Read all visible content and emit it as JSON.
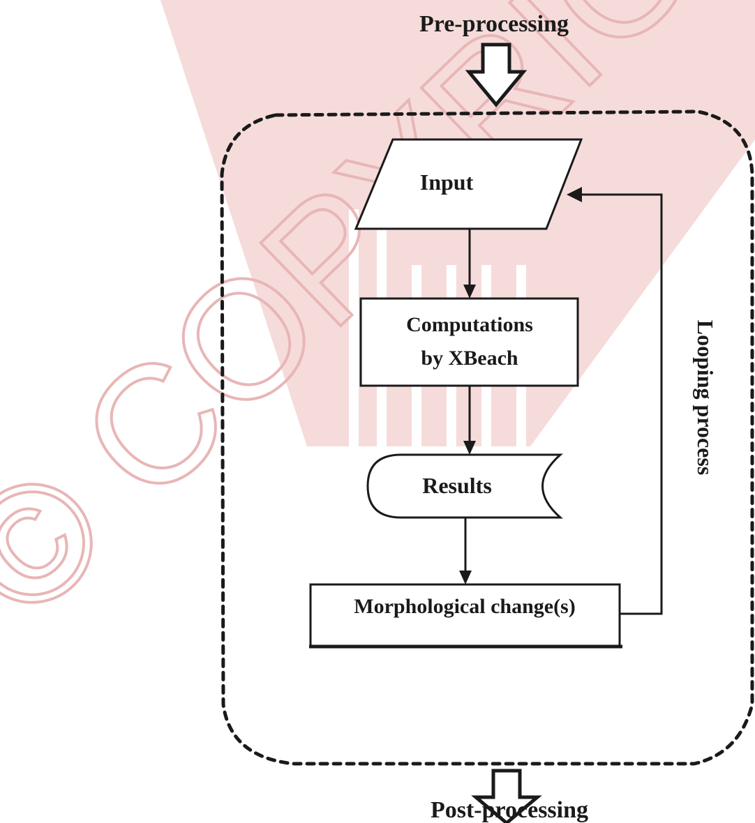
{
  "diagram": {
    "pre_label": "Pre-processing",
    "post_label": "Post-processing",
    "loop_label": "Looping process",
    "nodes": {
      "input": "Input",
      "computations_line1": "Computations",
      "computations_line2": "by XBeach",
      "results": "Results",
      "morphological": "Morphological change(s)"
    }
  },
  "watermark": {
    "text": "© COPYRIGHT",
    "color": "#e8b6b6",
    "logo_color": "#f3cfcf"
  },
  "colors": {
    "ink": "#1a1a1a",
    "background": "#ffffff"
  }
}
